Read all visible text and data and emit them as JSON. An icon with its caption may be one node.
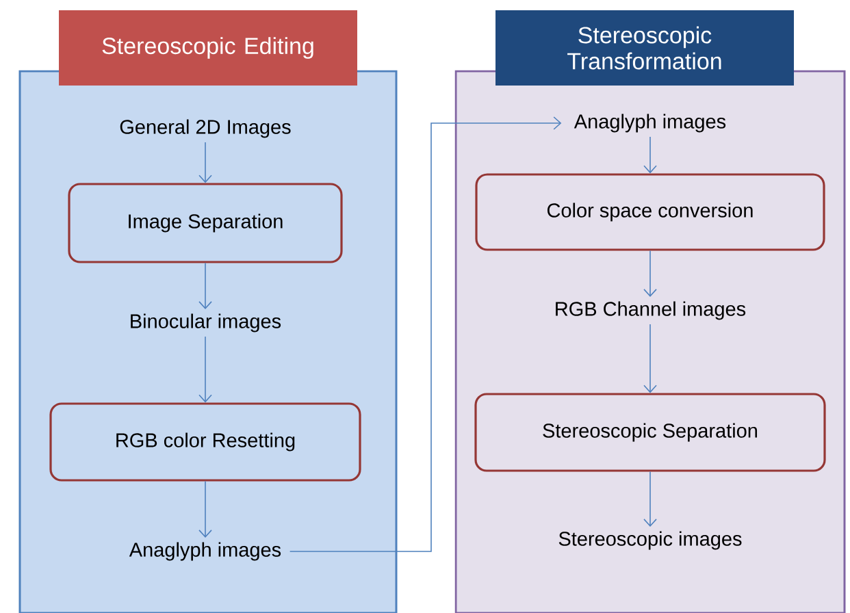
{
  "diagram": {
    "nodes": [
      {
        "text": [
          "Stereoscopic Editing"
        ]
      },
      {
        "text": [
          "General 2D Images"
        ],
        "in": 0
      },
      {
        "text": [
          "Image Separation"
        ],
        "in": 0
      },
      {
        "text": [
          "Binocular images"
        ],
        "in": 0
      },
      {
        "text": [
          "RGB color Resetting"
        ],
        "in": 0
      },
      {
        "text": [
          "Anaglyph images"
        ],
        "in": 0
      },
      {
        "text": [
          "Stereoscopic Transformation"
        ]
      },
      {
        "text": [
          "Anaglyph images"
        ],
        "in": 6
      },
      {
        "text": [
          "Color space conversion"
        ],
        "in": 6
      },
      {
        "text": [
          "RGB Channel images"
        ],
        "in": 6
      },
      {
        "text": [
          "Stereoscopic Separation"
        ],
        "in": 6
      },
      {
        "text": [
          "Stereoscopic images"
        ],
        "in": 6
      }
    ],
    "edges": [
      {
        "from": 1,
        "to": 2,
        "arrow": "to"
      },
      {
        "from": 2,
        "to": 3,
        "arrow": "to"
      },
      {
        "from": 3,
        "to": 4,
        "arrow": "to"
      },
      {
        "from": 4,
        "to": 5,
        "arrow": "to"
      },
      {
        "from": 5,
        "to": 7,
        "arrow": "to"
      },
      {
        "from": 7,
        "to": 8,
        "arrow": "to"
      },
      {
        "from": 8,
        "to": 9,
        "arrow": "to"
      },
      {
        "from": 9,
        "to": 10,
        "arrow": "to"
      },
      {
        "from": 10,
        "to": 11,
        "arrow": "to"
      }
    ]
  }
}
